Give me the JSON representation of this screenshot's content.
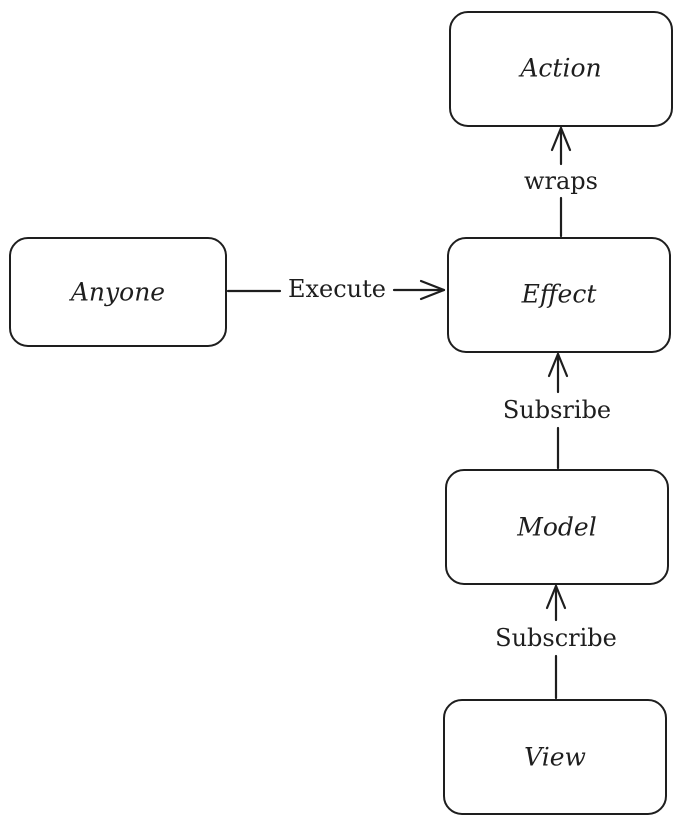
{
  "nodes": {
    "action": {
      "label": "Action"
    },
    "effect": {
      "label": "Effect"
    },
    "anyone": {
      "label": "Anyone"
    },
    "model": {
      "label": "Model"
    },
    "view": {
      "label": "View"
    }
  },
  "edges": {
    "execute": {
      "label": "Execute"
    },
    "wraps": {
      "label": "wraps"
    },
    "subsribe": {
      "label": "Subsribe"
    },
    "subscribe": {
      "label": "Subscribe"
    }
  }
}
